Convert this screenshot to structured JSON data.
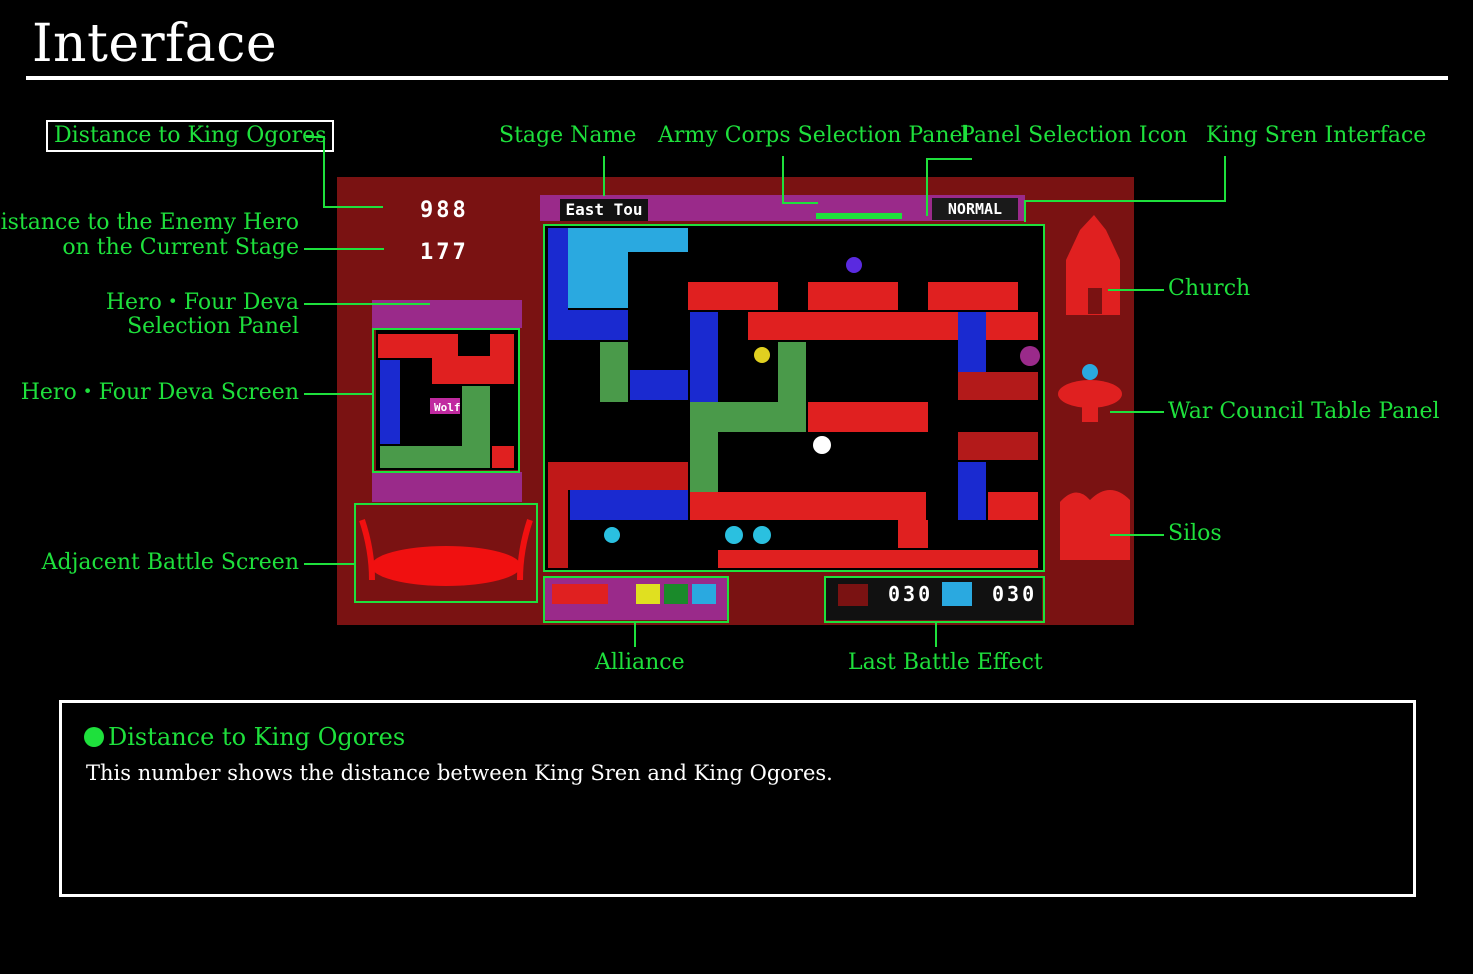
{
  "page": {
    "title": "Interface"
  },
  "labels": {
    "distance_king_ogores": "Distance to King Ogores",
    "distance_enemy_hero_line1": "Distance to the Enemy Hero",
    "distance_enemy_hero_line2": "on the Current Stage",
    "hero_deva_panel_line1": "Hero・Four Deva",
    "hero_deva_panel_line2": "Selection Panel",
    "hero_deva_screen": "Hero・Four Deva Screen",
    "adjacent_battle_screen": "Adjacent Battle Screen",
    "stage_name": "Stage Name",
    "army_corps_panel": "Army Corps Selection Panel",
    "panel_selection_icon": "Panel Selection Icon",
    "king_sren_interface": "King Sren Interface",
    "church": "Church",
    "war_council_table": "War Council Table Panel",
    "silos": "Silos",
    "alliance": "Alliance",
    "last_battle_effect": "Last Battle Effect"
  },
  "game": {
    "distance_king_ogores_value": "988",
    "distance_enemy_hero_value": "177",
    "stage_name": "East Tou",
    "mode": "NORMAL",
    "wolf_tag": "Wolf",
    "last_battle_left": "030",
    "last_battle_right": "030"
  },
  "info": {
    "title": "Distance to King Ogores",
    "body": "This number shows the distance between King Sren and King Ogores."
  },
  "colors": {
    "accent": "#1ee03c",
    "frame": "#7a1212",
    "brick": "#e02020",
    "water": "#2aa9e0",
    "grid": "#1a2ad0",
    "panel_purple": "#9a2a8a"
  }
}
